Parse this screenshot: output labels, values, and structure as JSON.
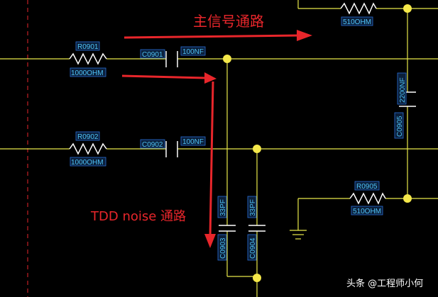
{
  "annotations": {
    "main_signal": "主信号通路",
    "tdd_noise": "TDD noise 通路"
  },
  "watermark": "头条 @工程师小何",
  "components": {
    "r0901": {
      "ref": "R0901",
      "value": "1000OHM"
    },
    "r0902": {
      "ref": "R0902",
      "value": "1000OHM"
    },
    "c0901": {
      "ref": "C0901",
      "value": "100NF"
    },
    "c0902": {
      "ref": "C0902",
      "value": "100NF"
    },
    "c0903": {
      "ref": "C0903",
      "value": "33PF"
    },
    "c0904": {
      "ref": "C0904",
      "value": "33PF"
    },
    "c0905": {
      "ref": "C0905",
      "value": "2200NF"
    },
    "r0905": {
      "ref": "R0905",
      "value": "510OHM"
    },
    "r_top": {
      "value": "510OHM"
    }
  },
  "colors": {
    "wire": "#e8e84a",
    "resistor": "#ffffff",
    "junction": "#f5e84a",
    "label": "#4fc3f7",
    "arrow": "#e8262b",
    "dashed_border": "#e8262b",
    "background": "#000000"
  }
}
